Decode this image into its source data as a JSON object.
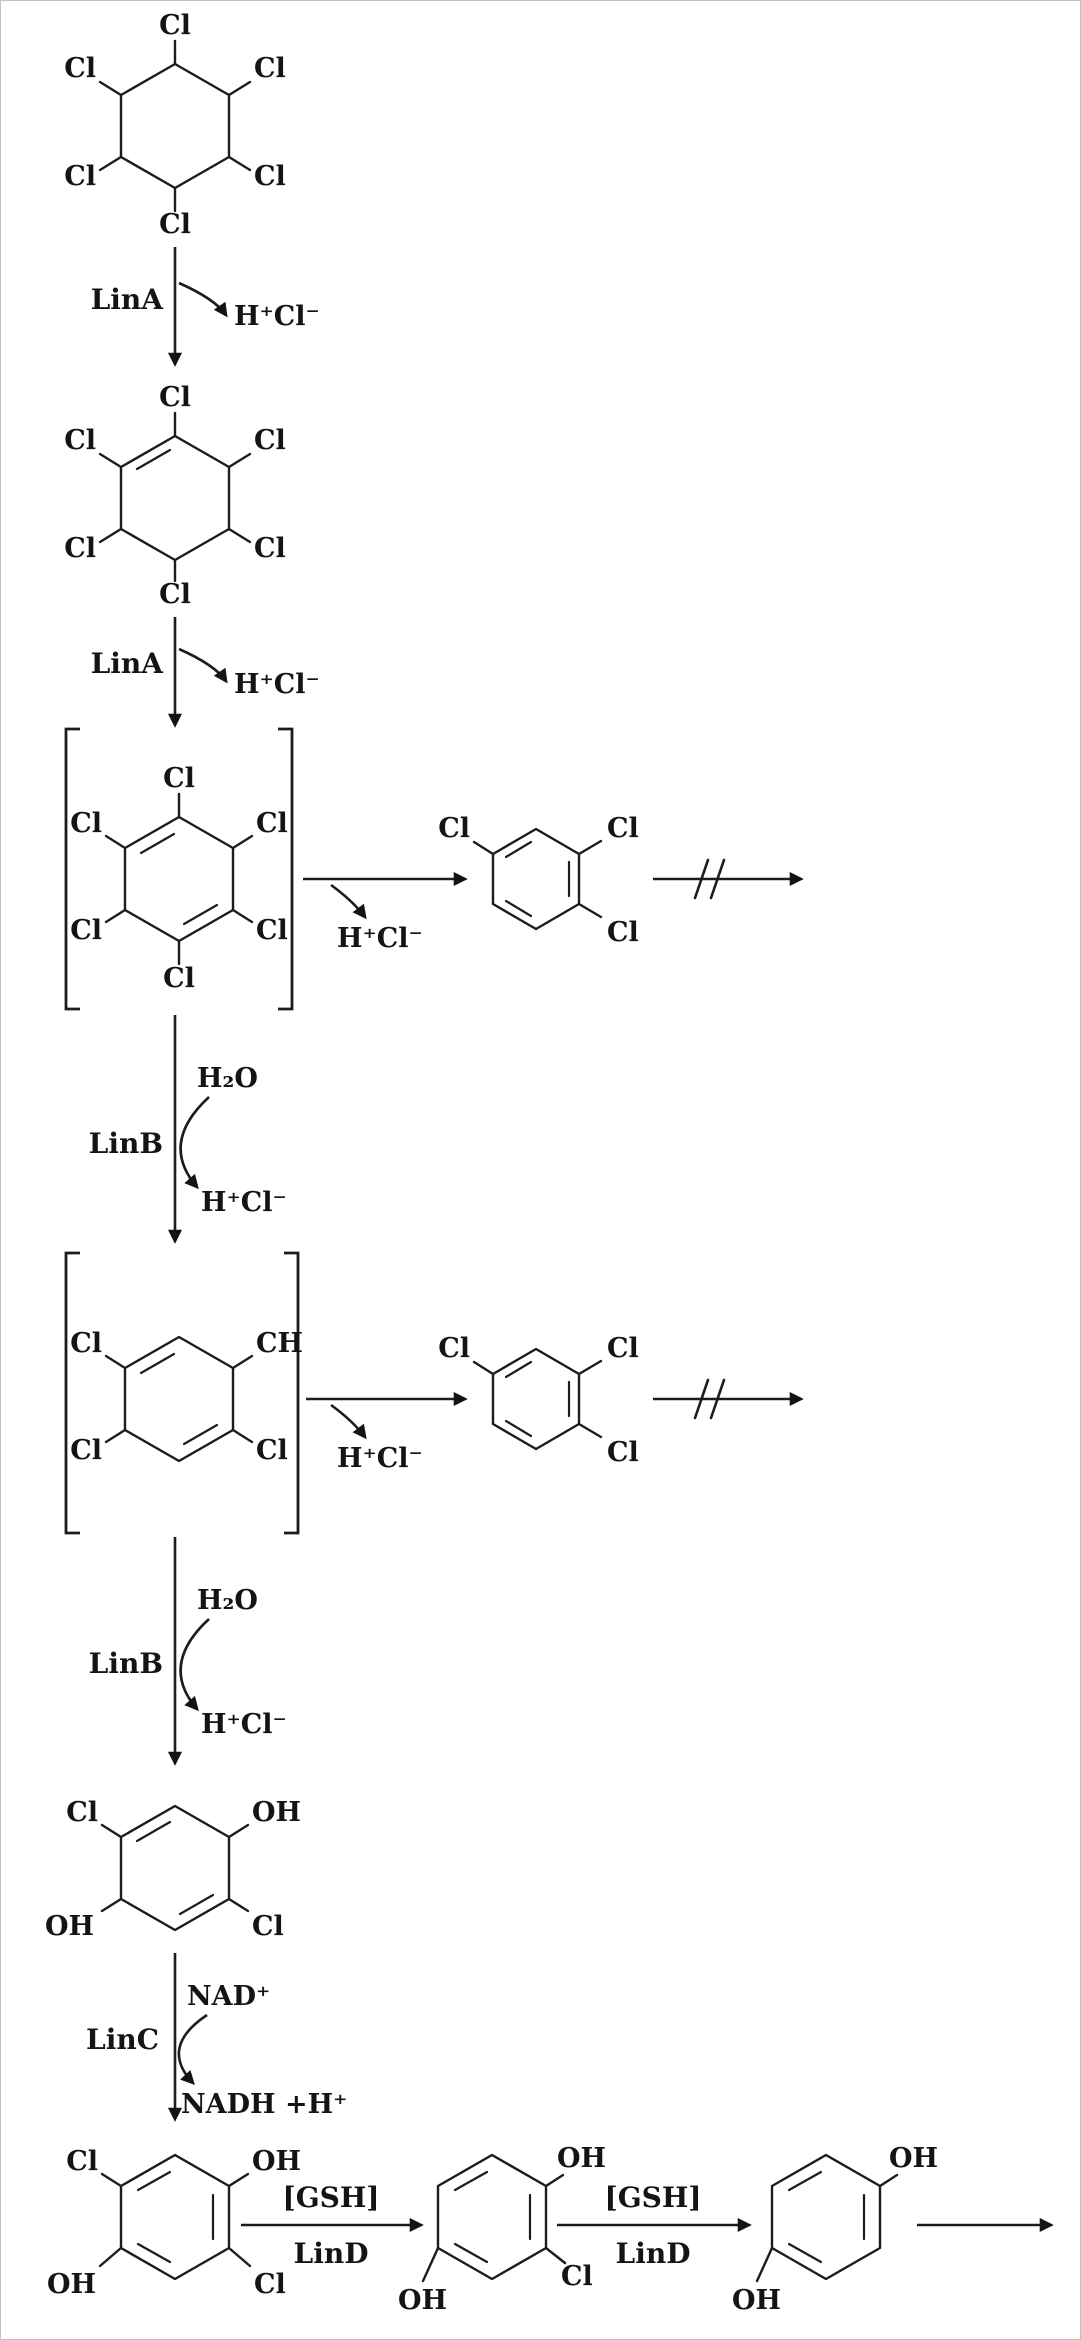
{
  "molecules": {
    "hch": {
      "substituents": {
        "top": "Cl",
        "upper_right": "Cl",
        "lower_right": "Cl",
        "bottom": "Cl",
        "lower_left": "Cl",
        "upper_left": "Cl"
      }
    },
    "pcch": {
      "substituents": {
        "top": "Cl",
        "upper_right": "Cl",
        "lower_right": "Cl",
        "bottom": "Cl",
        "lower_left": "Cl",
        "upper_left": "Cl"
      }
    },
    "tcdn": {
      "substituents": {
        "top": "Cl",
        "upper_right": "Cl",
        "lower_right": "Cl",
        "bottom": "Cl",
        "lower_left": "Cl",
        "upper_left": "Cl"
      }
    },
    "tcb_upper": {
      "substituents": {
        "upper_left": "Cl",
        "upper_right": "Cl",
        "lower_right": "Cl"
      }
    },
    "dienol": {
      "substituents": {
        "upper_left": "Cl",
        "upper_right": "CH",
        "lower_left": "Cl",
        "lower_right": "Cl"
      }
    },
    "tcb_lower": {
      "substituents": {
        "upper_left": "Cl",
        "upper_right": "Cl",
        "lower_right": "Cl"
      }
    },
    "diendiol": {
      "substituents": {
        "upper_left": "Cl",
        "upper_right": "OH",
        "lower_left": "OH",
        "lower_right": "Cl"
      }
    },
    "dchq": {
      "substituents": {
        "upper_left": "Cl",
        "upper_right": "OH",
        "lower_left": "OH",
        "lower_right": "Cl"
      }
    },
    "chq": {
      "substituents": {
        "upper_right": "OH",
        "lower_right": "Cl",
        "lower_left": "OH"
      }
    },
    "hq": {
      "substituents": {
        "upper_right": "OH",
        "lower_left": "OH"
      }
    }
  },
  "steps": {
    "step1": {
      "enzyme": "LinA",
      "byproduct": "H⁺Cl⁻"
    },
    "step2": {
      "enzyme": "LinA",
      "byproduct": "H⁺Cl⁻"
    },
    "branch1": {
      "byproduct": "H⁺Cl⁻"
    },
    "branch2": {
      "byproduct": "H⁺Cl⁻"
    },
    "step3": {
      "enzyme": "LinB",
      "cofactor_in": "H₂O",
      "byproduct": "H⁺Cl⁻"
    },
    "step4": {
      "enzyme": "LinB",
      "cofactor_in": "H₂O",
      "byproduct": "H⁺Cl⁻"
    },
    "step5": {
      "enzyme": "LinC",
      "cofactor_in": "NAD⁺",
      "cofactor_out": "NADH +H⁺"
    },
    "step6": {
      "cofactor": "[GSH]",
      "enzyme": "LinD"
    },
    "step7": {
      "cofactor": "[GSH]",
      "enzyme": "LinD"
    }
  }
}
